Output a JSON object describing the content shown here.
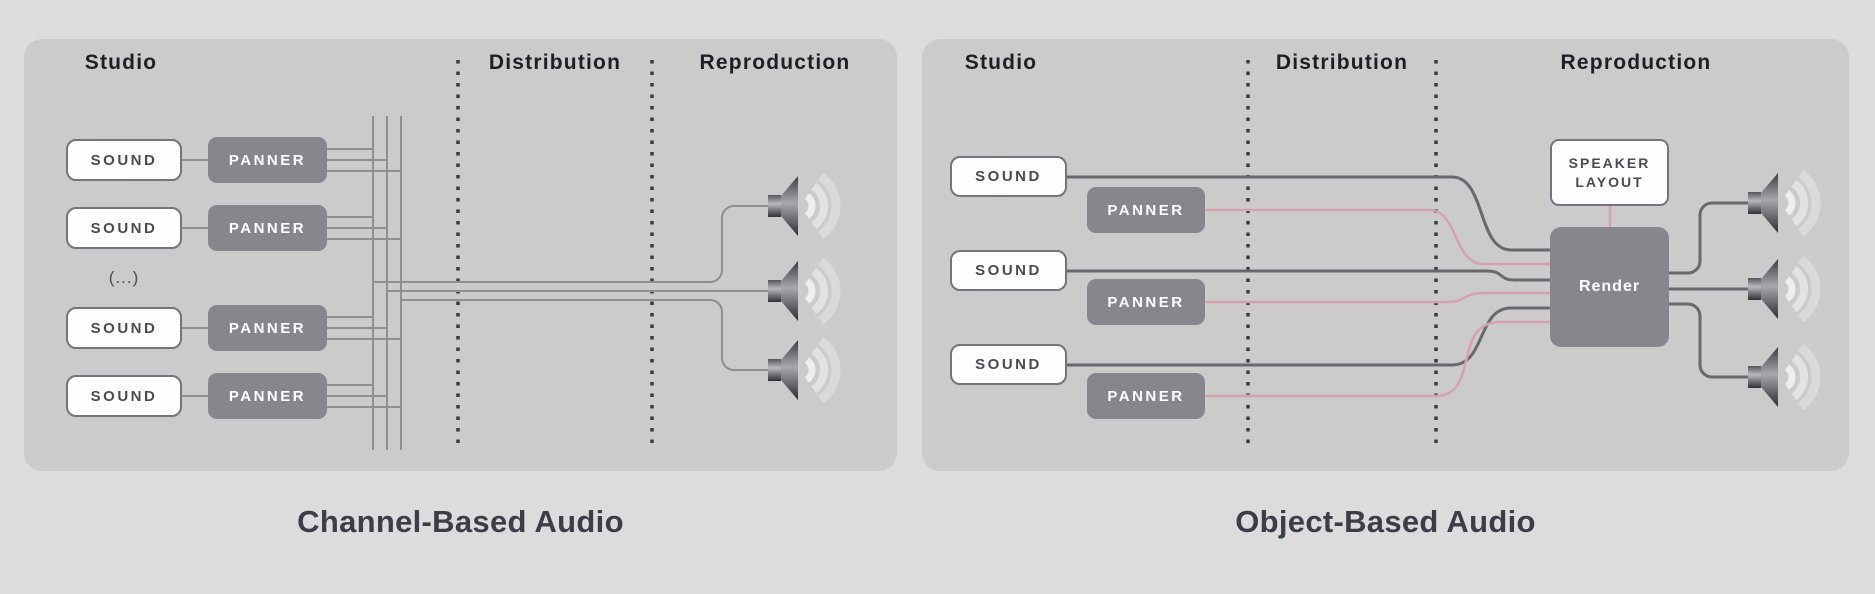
{
  "diagram": {
    "left_panel": {
      "title": "Channel-Based Audio",
      "sections": {
        "studio": "Studio",
        "distribution": "Distribution",
        "reproduction": "Reproduction"
      },
      "sound_label": "SOUND",
      "panner_label": "PANNER",
      "ellipsis": "(...)",
      "sound_rows": 4,
      "speaker_count": 3
    },
    "right_panel": {
      "title": "Object-Based Audio",
      "sections": {
        "studio": "Studio",
        "distribution": "Distribution",
        "reproduction": "Reproduction"
      },
      "sound_label": "SOUND",
      "panner_label": "PANNER",
      "speaker_layout_line1": "SPEAKER",
      "speaker_layout_line2": "LAYOUT",
      "render_label": "Render",
      "sound_rows": 3,
      "speaker_count": 3
    },
    "colors": {
      "page_bg": "#dcdcdc",
      "panel_bg": "#cbcbcb",
      "box_gray": "#87868c",
      "wire_gray_light": "#8f8f93",
      "wire_gray_dark": "#68686d",
      "wire_pink": "#d6a1b0",
      "dotted_divider": "#3a3a3e",
      "title_color": "#3b3e46"
    }
  }
}
